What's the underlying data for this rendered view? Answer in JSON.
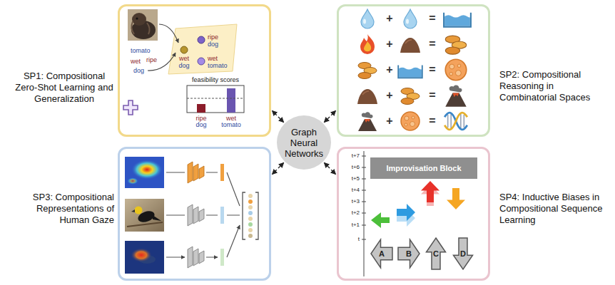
{
  "diagram": {
    "nodes": [
      {
        "text": [
          "SP1: Compositional Zero-Shot Learning and Generalization"
        ]
      },
      {
        "text": [
          "SP2: Compositional Reasoning in Combinatorial Spaces"
        ]
      },
      {
        "text": [
          "Graph Neural Networks"
        ]
      },
      {
        "text": [
          "SP3: Compositional Representations of Human Gaze"
        ]
      },
      {
        "text": [
          "SP4: Inductive Biases in Compositional Sequence Learning"
        ]
      },
      {
        "text": [
          "Improvisation Block"
        ],
        "in": 4
      },
      {
        "text": [
          "A"
        ],
        "in": 4
      },
      {
        "text": [
          "B"
        ],
        "in": 4
      },
      {
        "text": [
          "C"
        ],
        "in": 4
      },
      {
        "text": [
          "D"
        ],
        "in": 4
      }
    ],
    "edges": [
      {
        "from": 2,
        "to": 0,
        "arrow": "both"
      },
      {
        "from": 2,
        "to": 1,
        "arrow": "both"
      },
      {
        "from": 2,
        "to": 3,
        "arrow": "both"
      },
      {
        "from": 2,
        "to": 4,
        "arrow": "both"
      }
    ],
    "labels": [
      "tomato",
      "wet",
      "ripe",
      "dog",
      "ripe",
      "dog",
      "wet",
      "dog",
      "wet",
      "tomato",
      "feasibility scores",
      "ripe",
      "dog",
      "wet",
      "tomato",
      "+",
      "=",
      "+",
      "=",
      "+",
      "=",
      "+",
      "=",
      "+",
      "=",
      "t+7",
      "t+6",
      "t+5",
      "t+4",
      "t+3",
      "t+2",
      "t+1",
      "t"
    ]
  }
}
